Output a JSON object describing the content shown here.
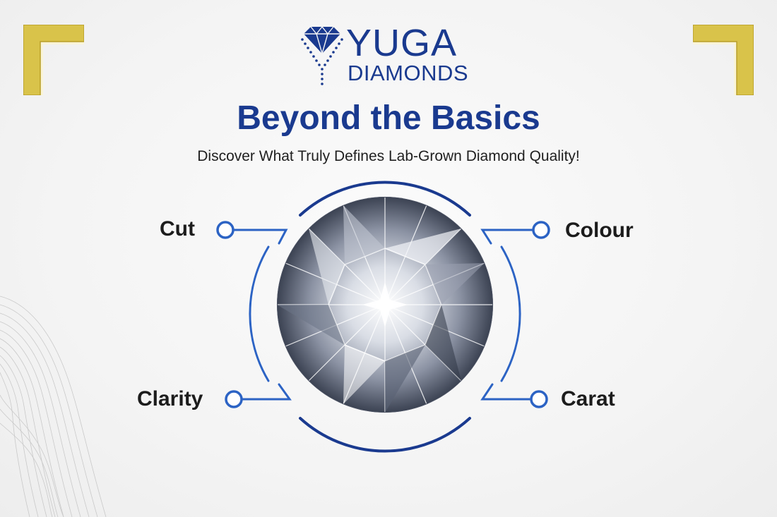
{
  "brand": {
    "name": "YUGA",
    "subname": "DIAMONDS",
    "color": "#1a3a8f"
  },
  "headline": "Beyond the Basics",
  "subheadline": "Discover What Truly Defines Lab-Grown Diamond Quality!",
  "qualities": [
    {
      "label": "Cut",
      "position": "top-left"
    },
    {
      "label": "Colour",
      "position": "top-right"
    },
    {
      "label": "Clarity",
      "position": "bottom-left"
    },
    {
      "label": "Carat",
      "position": "bottom-right"
    }
  ],
  "colors": {
    "primary_blue": "#1a3a8f",
    "accent_blue": "#2c63c4",
    "gold": "#d8c046",
    "text": "#1c1c1c"
  },
  "icons": [
    "diamond-logo-icon",
    "corner-bracket-icon",
    "diamond-gem-image"
  ]
}
